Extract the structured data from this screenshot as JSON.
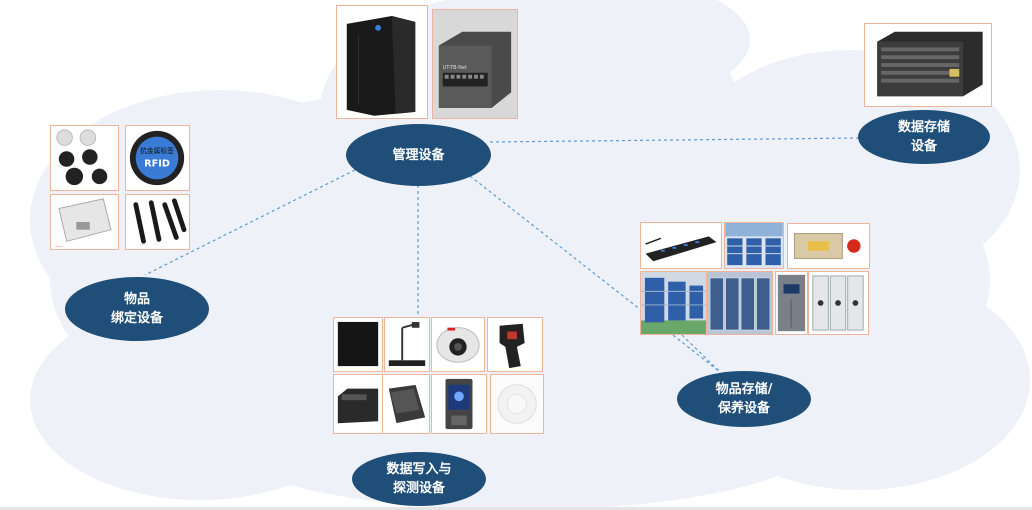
{
  "nodes": {
    "management": "管理设备",
    "data_storage": "数据存储\n设备",
    "item_binding": "物品\n绑定设备",
    "data_io": "数据写入与\n探测设备",
    "item_storage": "物品存储/\n保养设备"
  },
  "labels": {
    "rfid_text": "RFID",
    "rfid_sticker_text": "抗金属标签",
    "switch_text": "UT-TB-Net"
  },
  "colors": {
    "node_fill": "#1f4e79",
    "connector": "#5b9bd5",
    "cloud": "#eef1f7",
    "photo_border": "#f0b49a"
  }
}
